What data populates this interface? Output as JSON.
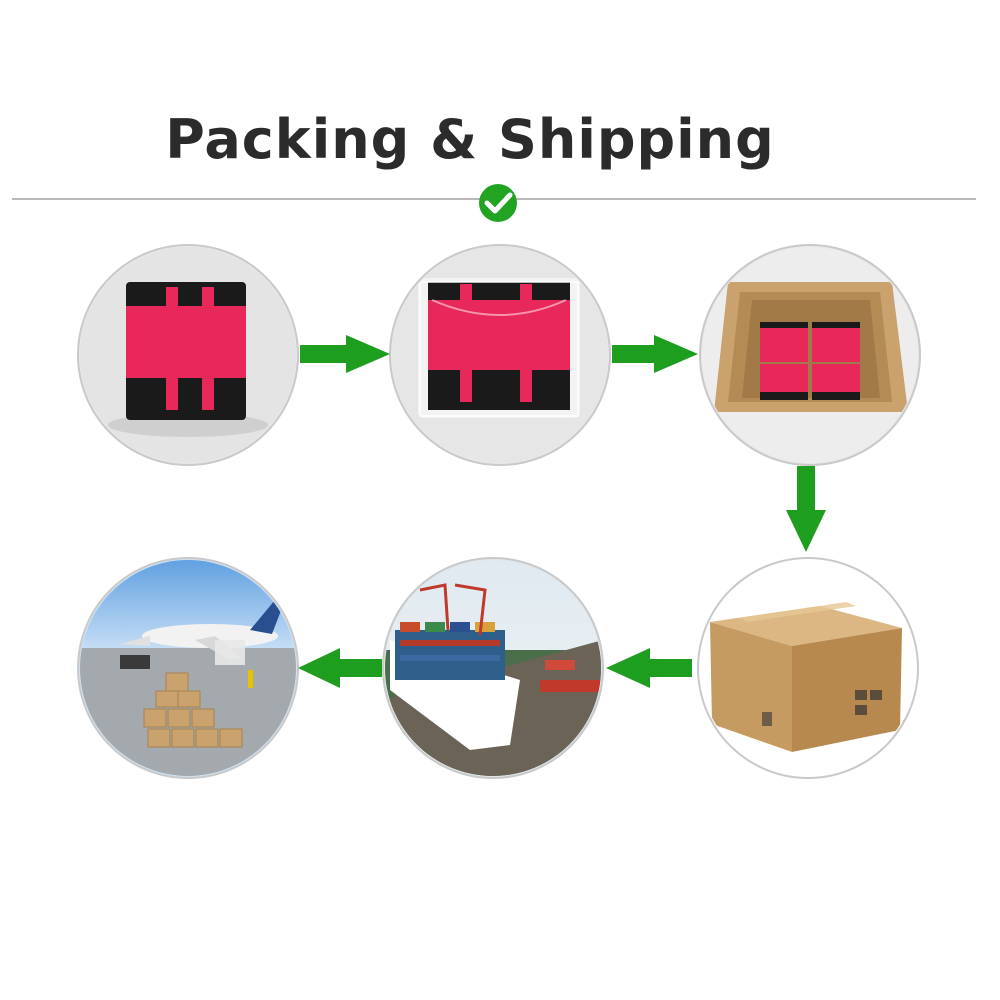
{
  "header": {
    "title": "Packing & Shipping",
    "check_icon": "check-circle-icon"
  },
  "colors": {
    "accent_green": "#1e9e1e",
    "check_green": "#22a322",
    "product_pink": "#e8285a",
    "product_black": "#1a1a1a",
    "carton_brown": "#c9a26e",
    "circle_border": "#c8c8c8",
    "circle_bg": "#e6e6e6"
  },
  "steps": [
    {
      "icon": "waist-belt-product-icon"
    },
    {
      "icon": "plastic-bag-packed-belt-icon"
    },
    {
      "icon": "open-carton-with-belts-icon"
    },
    {
      "icon": "sealed-carton-box-icon"
    },
    {
      "icon": "container-ship-port-icon"
    },
    {
      "icon": "airplane-cargo-icon"
    }
  ],
  "arrows": [
    {
      "from": 1,
      "to": 2,
      "direction": "right"
    },
    {
      "from": 2,
      "to": 3,
      "direction": "right"
    },
    {
      "from": 3,
      "to": 4,
      "direction": "down"
    },
    {
      "from": 4,
      "to": 5,
      "direction": "left"
    },
    {
      "from": 5,
      "to": 6,
      "direction": "left"
    }
  ]
}
